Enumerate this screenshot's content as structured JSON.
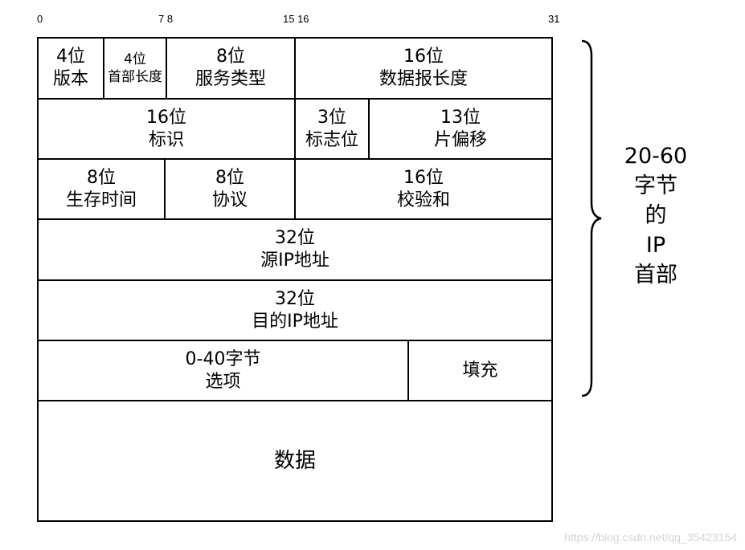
{
  "bit_positions": {
    "b0": "0",
    "b7_8": "7 8",
    "b15_16": "15 16",
    "b31": "31"
  },
  "fields": {
    "version": {
      "size": "4位",
      "name": "版本"
    },
    "header_length": {
      "size": "4位",
      "name": "首部长度"
    },
    "service_type": {
      "size": "8位",
      "name": "服务类型"
    },
    "total_length": {
      "size": "16位",
      "name": "数据报长度"
    },
    "identification": {
      "size": "16位",
      "name": "标识"
    },
    "flags": {
      "size": "3位",
      "name": "标志位"
    },
    "fragment_offset": {
      "size": "13位",
      "name": "片偏移"
    },
    "ttl": {
      "size": "8位",
      "name": "生存时间"
    },
    "protocol": {
      "size": "8位",
      "name": "协议"
    },
    "checksum": {
      "size": "16位",
      "name": "校验和"
    },
    "source_ip": {
      "size": "32位",
      "name": "源IP地址"
    },
    "destination_ip": {
      "size": "32位",
      "name": "目的IP地址"
    },
    "options": {
      "size": "0-40字节",
      "name": "选项"
    },
    "padding": {
      "name": "填充"
    },
    "data": {
      "name": "数据"
    }
  },
  "header_label": {
    "line1": "20-60",
    "line2": "字节",
    "line3": "的",
    "line4": "IP",
    "line5": "首部"
  },
  "watermark": "https://blog.csdn.net/qq_35423154"
}
